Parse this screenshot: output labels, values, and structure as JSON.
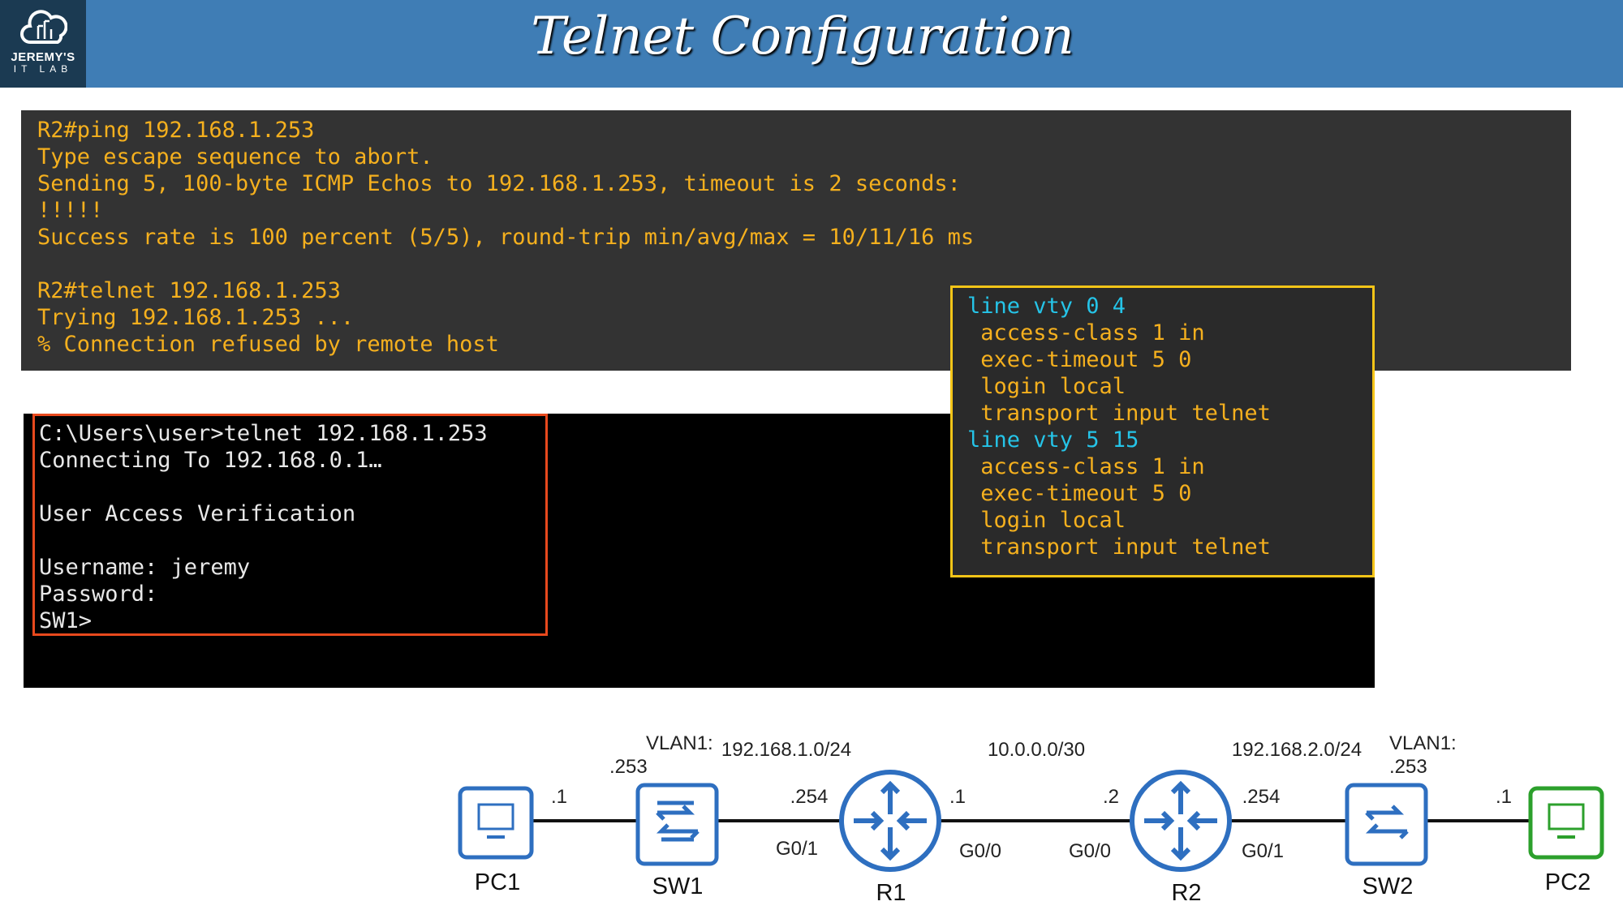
{
  "header": {
    "title": "Telnet Configuration",
    "logo_line1": "JEREMY'S",
    "logo_line2": "IT LAB"
  },
  "router_terminal": {
    "lines": [
      "R2#ping 192.168.1.253",
      "Type escape sequence to abort.",
      "Sending 5, 100-byte ICMP Echos to 192.168.1.253, timeout is 2 seconds:",
      "!!!!!",
      "Success rate is 100 percent (5/5), round-trip min/avg/max = 10/11/16 ms",
      "",
      "R2#telnet 192.168.1.253",
      "Trying 192.168.1.253 ...",
      "% Connection refused by remote host"
    ]
  },
  "pc_terminal": {
    "lines": [
      "C:\\Users\\user>telnet 192.168.1.253",
      "Connecting To 192.168.0.1…",
      "",
      "User Access Verification",
      "",
      "Username: jeremy",
      "Password:",
      "SW1>"
    ]
  },
  "vty_config": {
    "lines": [
      {
        "text": "line vty 0 4",
        "header": true
      },
      {
        "text": " access-class 1 in"
      },
      {
        "text": " exec-timeout 5 0"
      },
      {
        "text": " login local"
      },
      {
        "text": " transport input telnet"
      },
      {
        "text": "line vty 5 15",
        "header": true
      },
      {
        "text": " access-class 1 in"
      },
      {
        "text": " exec-timeout 5 0"
      },
      {
        "text": " login local"
      },
      {
        "text": " transport input telnet"
      }
    ]
  },
  "topology": {
    "devices": {
      "pc1": "PC1",
      "sw1": "SW1",
      "r1": "R1",
      "r2": "R2",
      "sw2": "SW2",
      "pc2": "PC2"
    },
    "networks": {
      "lan1": "192.168.1.0/24",
      "wan": "10.0.0.0/30",
      "lan2": "192.168.2.0/24"
    },
    "sw1_vlan": "VLAN1:",
    "sw1_ip": ".253",
    "sw2_vlan": "VLAN1:",
    "sw2_ip": ".253",
    "pc1_ip": ".1",
    "r1_g01_ip": ".254",
    "r1_g00_ip": ".1",
    "r2_g00_ip": ".2",
    "r2_g01_ip": ".254",
    "pc2_ip": ".1",
    "r1_g01": "G0/1",
    "r1_g00": "G0/0",
    "r2_g00": "G0/0",
    "r2_g01": "G0/1"
  },
  "colors": {
    "header": "#3f7db5",
    "terminal_text": "#f5b01e",
    "vty_header": "#25c4e8",
    "device_blue": "#2e6fc0",
    "pc2_green": "#2ca02c"
  }
}
